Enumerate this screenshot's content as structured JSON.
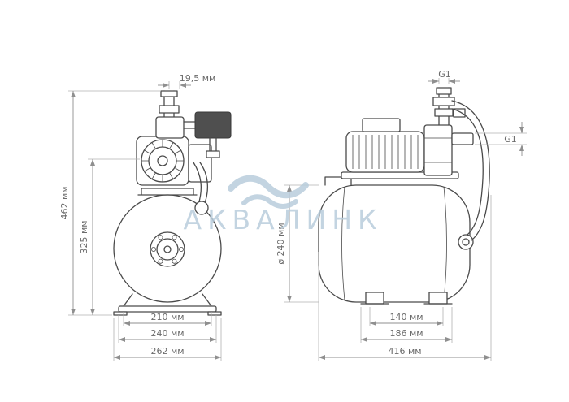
{
  "page": {
    "background": "#ffffff"
  },
  "drawing": {
    "line_color": "#4a4a4a",
    "dim_color": "#8f8f8f"
  },
  "watermark": {
    "brand": "АКВАЛИНК",
    "color": "#b9cddc"
  },
  "front_view": {
    "dims": {
      "top_offset": "19,5 мм",
      "total_height": "462 мм",
      "pump_center_height": "325 мм",
      "stand_width": "210 мм",
      "base_width": "240 мм",
      "total_width": "262 мм"
    }
  },
  "side_view": {
    "dims": {
      "top_thread": "G1",
      "side_thread": "G1",
      "tank_diameter": "ø 240 мм",
      "feet_spacing": "140 мм",
      "feet_base_width": "186 мм",
      "total_length": "416 мм"
    }
  }
}
